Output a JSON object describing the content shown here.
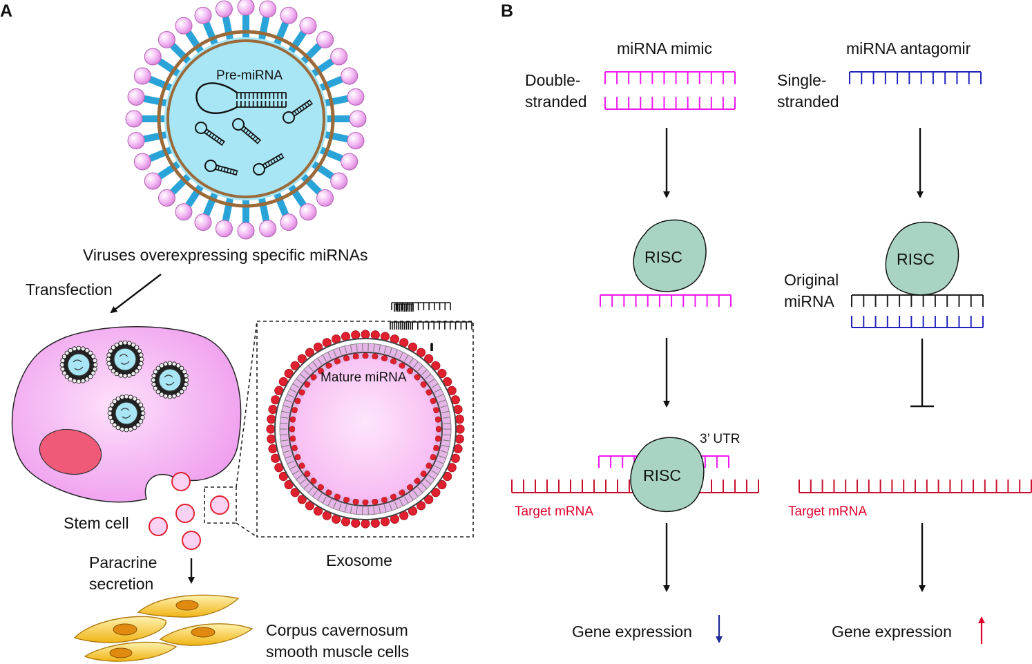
{
  "colors": {
    "mimic": "#f018f0",
    "antagomir": "#2222bb",
    "mrna": "#c8102e",
    "original": "#222222",
    "risc_fill": "#a9d4c3",
    "vesicle_core": "#a8e6f5",
    "vesicle_tail": "#2aa4d8",
    "vesicle_head": "#f0a8f0",
    "membrane_brown": "#9a6a3a",
    "cell_fill": "#f2a7f0",
    "nucleus": "#ee5a78",
    "exosome_outer": "#e0202f",
    "exosome_inner": "#f8c8f0",
    "smooth_muscle": "#f4c020",
    "smooth_muscle_nucleus": "#e08a10",
    "arrow_down": "#1f2a9a",
    "arrow_up": "#e0002b"
  },
  "panel_a": {
    "label": "A",
    "pre_mirna": "Pre-miRNA",
    "virus_caption": "Viruses overexpressing specific miRNAs",
    "transfection": "Transfection",
    "stem_cell": "Stem cell",
    "paracrine_1": "Paracrine",
    "paracrine_2": "secretion",
    "mature_mirna": "Mature miRNA",
    "exosome": "Exosome",
    "corpus_1": "Corpus cavernosum",
    "corpus_2": "smooth muscle cells"
  },
  "panel_b": {
    "label": "B",
    "mimic_title": "miRNA mimic",
    "antagomir_title": "miRNA antagomir",
    "double_1": "Double-",
    "double_2": "stranded",
    "single_1": "Single-",
    "single_2": "stranded",
    "risc": "RISC",
    "original_1": "Original",
    "original_2": "miRNA",
    "utr": "3’ UTR",
    "target_mrna": "Target mRNA",
    "gene_expression": "Gene expression"
  }
}
